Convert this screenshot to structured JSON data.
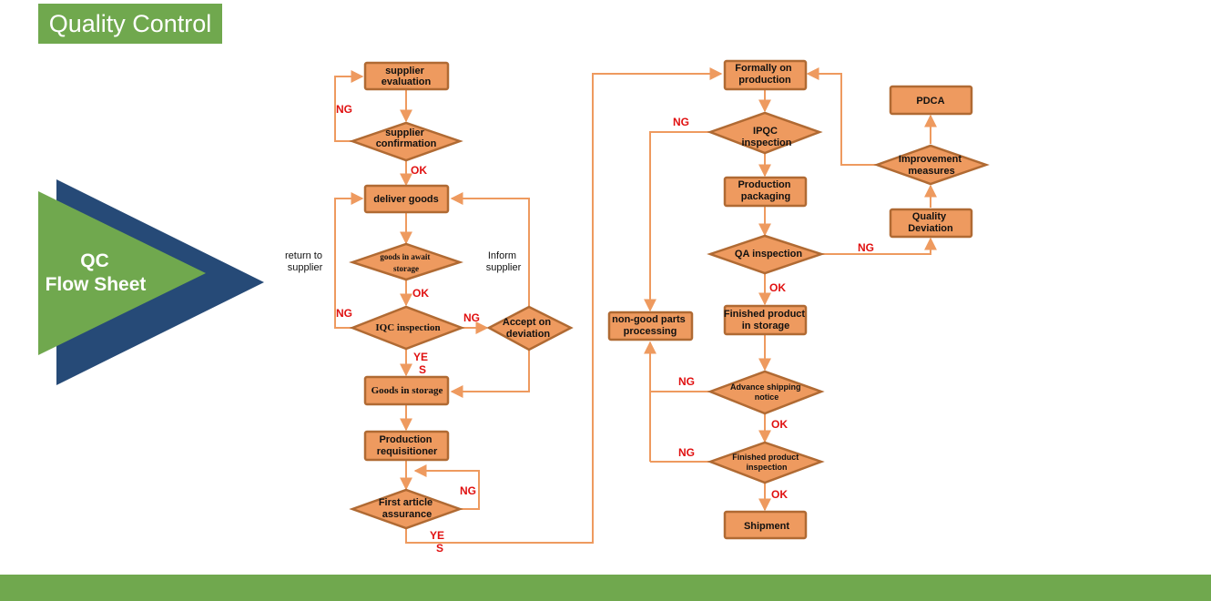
{
  "title": "Quality Control",
  "badge": {
    "line1": "QC",
    "line2": "Flow Sheet"
  },
  "colors": {
    "node_fill": "#ee9a5f",
    "node_stroke": "#b06a33",
    "arrow": "#ee9a5f",
    "label": "#e01010",
    "green": "#70a84e",
    "navy": "#264a77"
  },
  "nodes": {
    "supplier_evaluation": [
      "supplier",
      "evaluation"
    ],
    "supplier_confirmation": [
      "supplier",
      "confirmation"
    ],
    "deliver_goods": [
      "deliver goods"
    ],
    "goods_await_storage": [
      "goods in await",
      "storage"
    ],
    "iqc_inspection": [
      "IQC inspection"
    ],
    "accept_on_deviation": [
      "Accept on",
      "deviation"
    ],
    "goods_in_storage": [
      "Goods in storage"
    ],
    "production_requisitioner": [
      "Production",
      "requisitioner"
    ],
    "first_article_assurance": [
      "First article",
      "assurance"
    ],
    "formally_on_production": [
      "Formally on",
      "production"
    ],
    "ipqc_inspection": [
      "IPQC",
      "inspection"
    ],
    "production_packaging": [
      "Production",
      "packaging"
    ],
    "qa_inspection": [
      "QA inspection"
    ],
    "finished_product_storage": [
      "Finished product",
      "in storage"
    ],
    "advance_shipping_notice": [
      "Advance shipping",
      "notice"
    ],
    "finished_product_inspection": [
      "Finished product",
      "inspection"
    ],
    "shipment": [
      "Shipment"
    ],
    "non_good_parts": [
      "non-good parts",
      "processing"
    ],
    "pdca": [
      "PDCA"
    ],
    "improvement_measures": [
      "Improvement",
      "measures"
    ],
    "quality_deviation": [
      "Quality",
      "Deviation"
    ]
  },
  "notes": {
    "return_to_supplier": [
      "return to",
      "supplier"
    ],
    "inform_supplier": [
      "Inform",
      "supplier"
    ]
  },
  "labels": {
    "ng": "NG",
    "ok": "OK",
    "yes_top": "YE",
    "yes_bottom": "S"
  }
}
